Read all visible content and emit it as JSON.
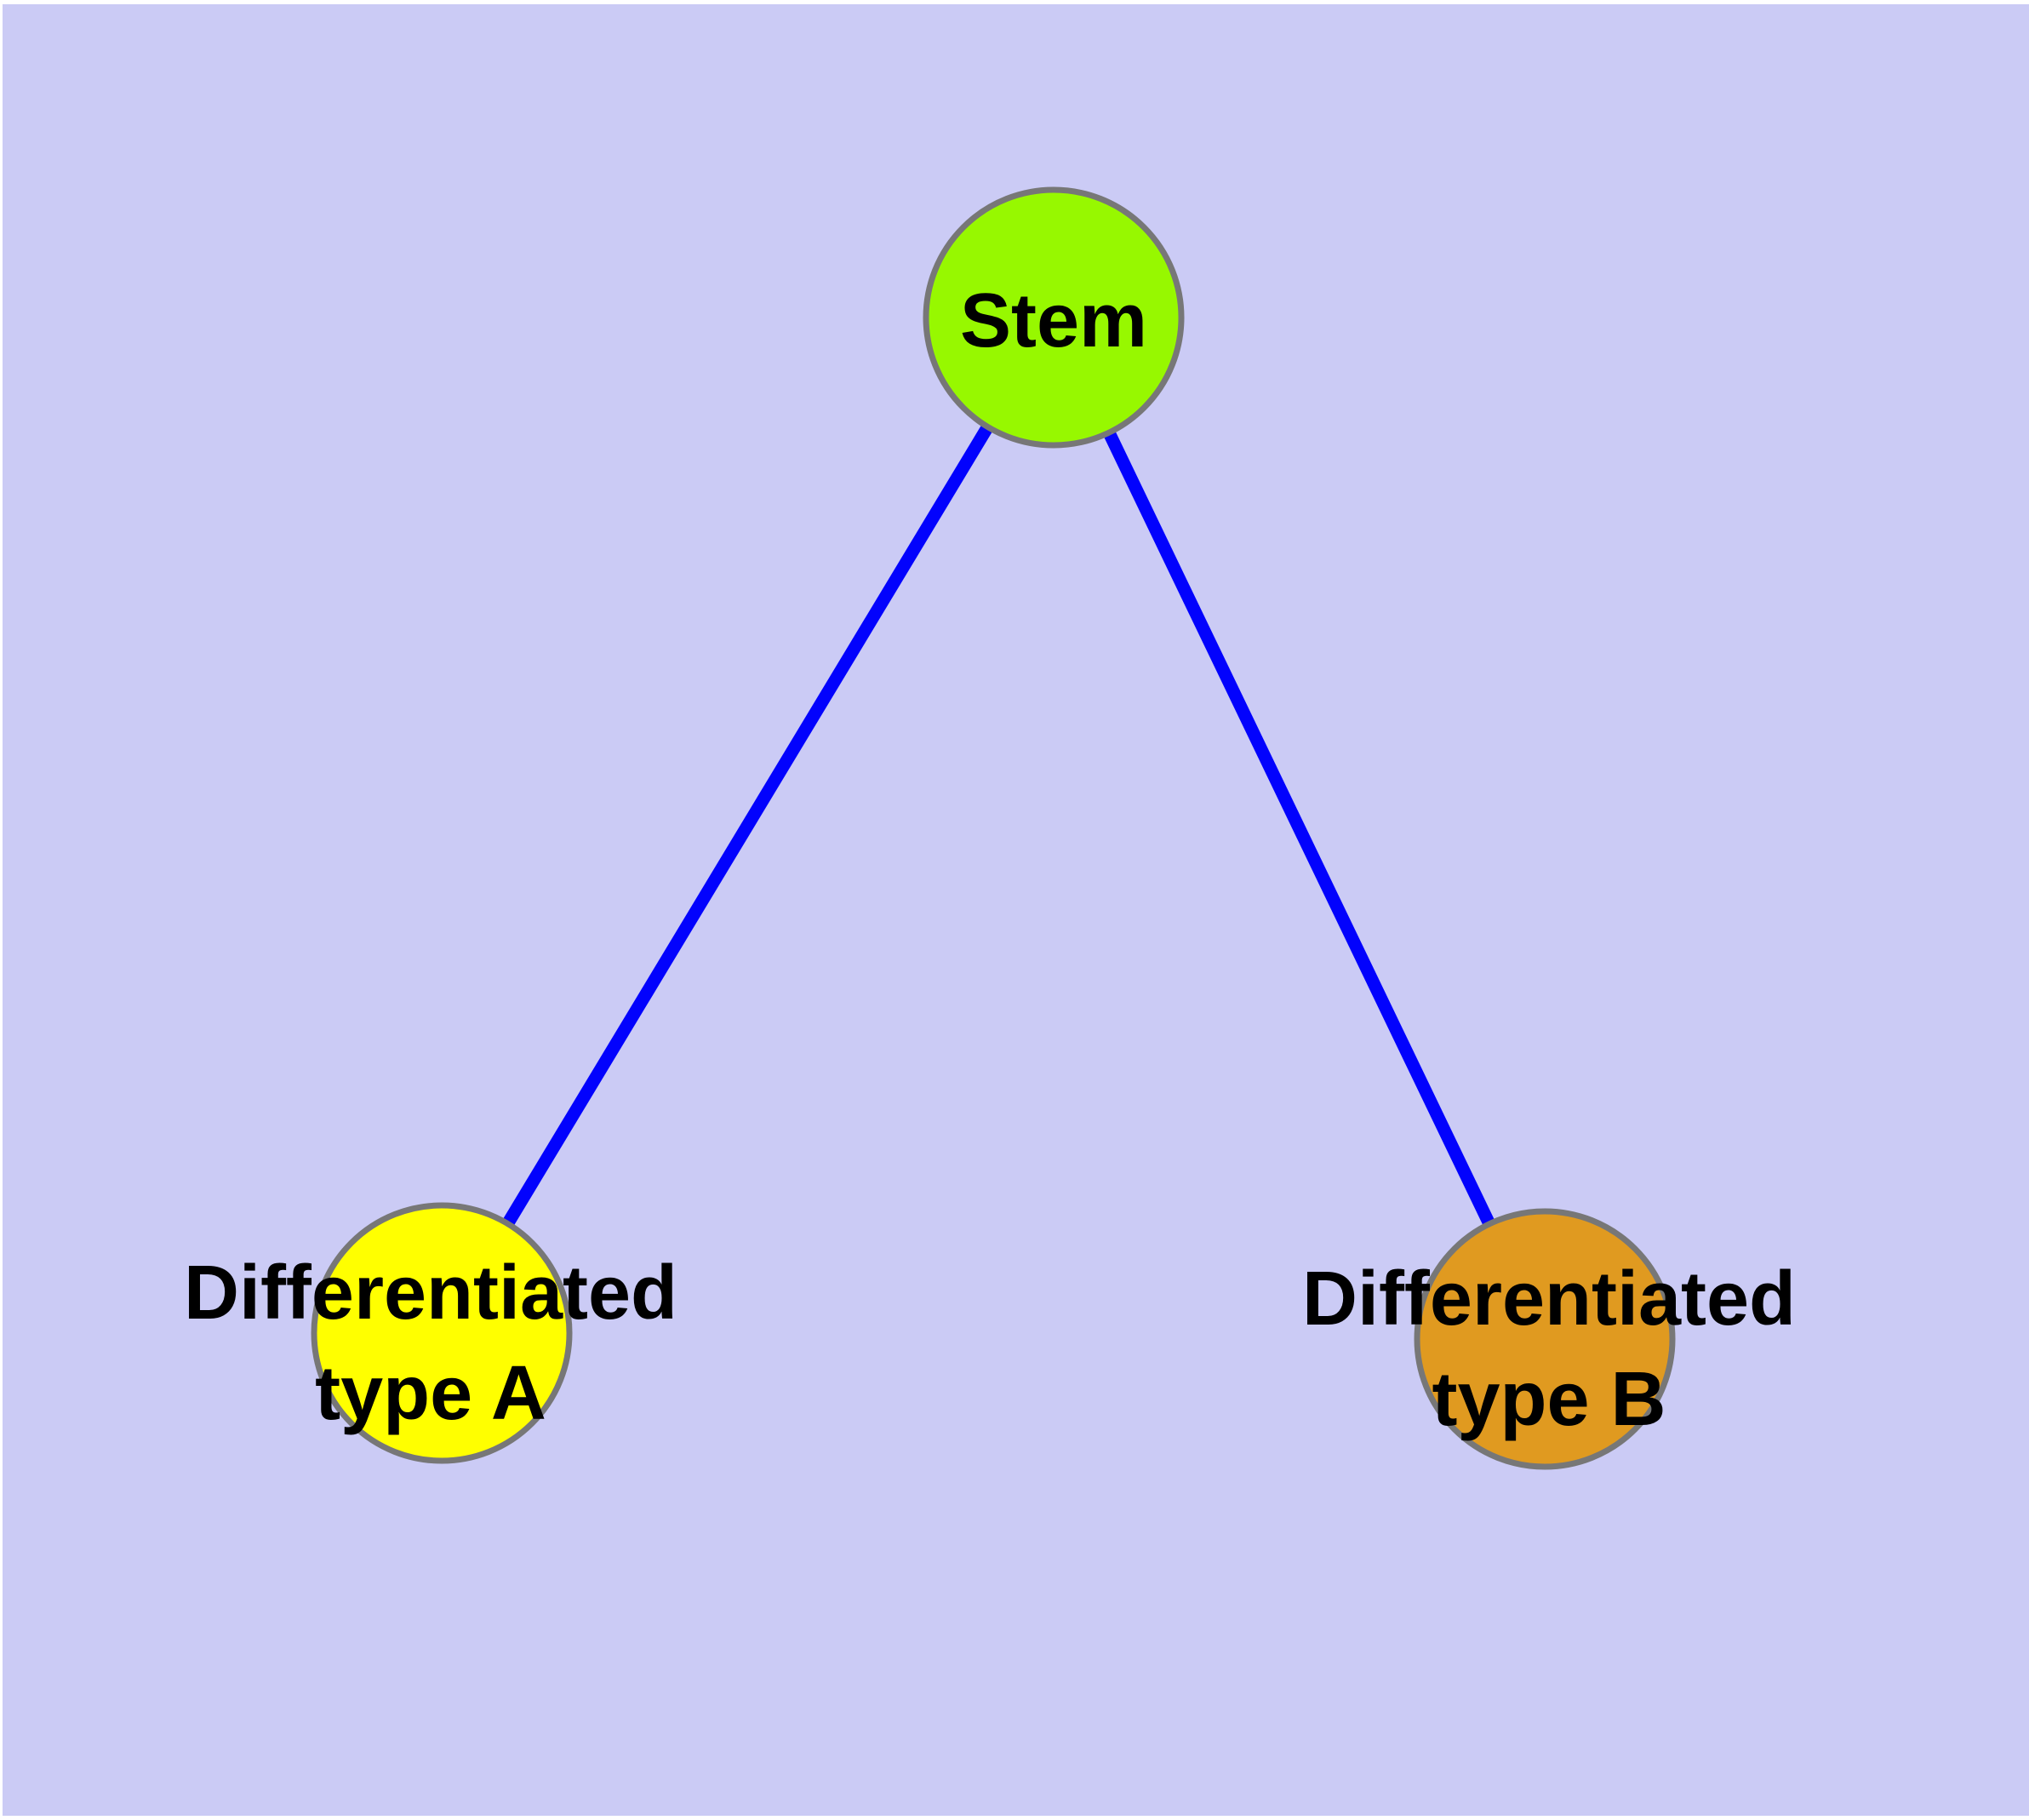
{
  "diagram": {
    "type": "graph",
    "description": "Stem cell differentiation diagram with one parent node and two child nodes",
    "colors": {
      "page_margin": "#FFFFFF",
      "background": "#CBCBF5",
      "edge": "#0202FD",
      "node_border": "#777777",
      "label": "#000000",
      "stem_fill": "#97F800",
      "type_a_fill": "#FFFF00",
      "type_b_fill": "#E09A20"
    },
    "nodes": [
      {
        "id": "stem",
        "label": "Stem",
        "fill": "#97F800"
      },
      {
        "id": "differentiated-type-a",
        "label_line1": "Differentiated",
        "label_line2": "type A",
        "fill": "#FFFF00"
      },
      {
        "id": "differentiated-type-b",
        "label_line1": "Differentiated",
        "label_line2": "type B",
        "fill": "#E09A20"
      }
    ],
    "edges": [
      {
        "from": "stem",
        "to": "differentiated-type-a"
      },
      {
        "from": "stem",
        "to": "differentiated-type-b"
      }
    ]
  }
}
